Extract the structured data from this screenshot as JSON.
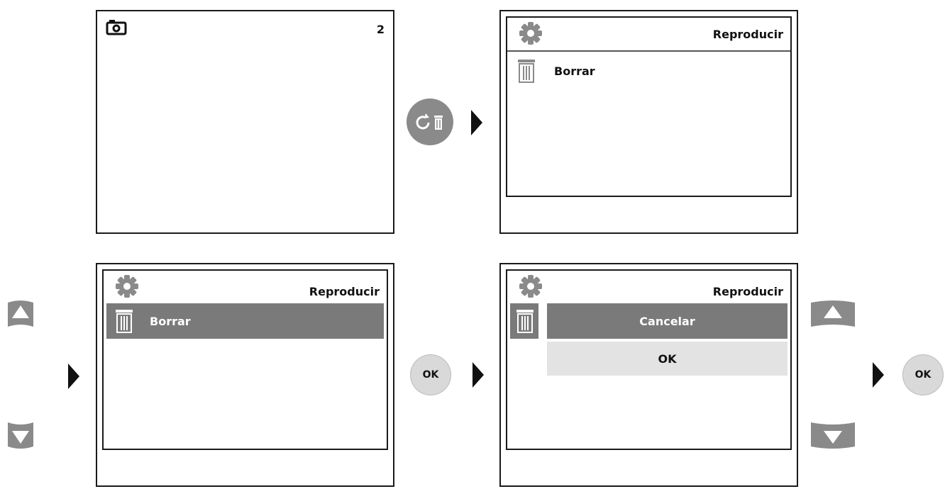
{
  "screen1": {
    "counter": "2",
    "icon": "camera-icon"
  },
  "screen2": {
    "header": "Reproducir",
    "item": "Borrar",
    "gear_icon": "gear-icon",
    "trash_icon": "trash-icon"
  },
  "screen3": {
    "header": "Reproducir",
    "item": "Borrar",
    "gear_icon": "gear-icon",
    "trash_icon": "trash-icon"
  },
  "screen4": {
    "header": "Reproducir",
    "options": [
      "Cancelar",
      "OK"
    ],
    "gear_icon": "gear-icon",
    "trash_icon": "trash-icon"
  },
  "buttons": {
    "ok_label": "OK",
    "rotate_delete_icon": "rotate-delete-icon",
    "up_icon": "up-icon",
    "down_icon": "down-icon"
  },
  "colors": {
    "highlight": "#7a7a7a",
    "option_bg": "#e3e3e3",
    "button_gray": "#8a8a8a",
    "ok_gray": "#d9d9d9"
  }
}
